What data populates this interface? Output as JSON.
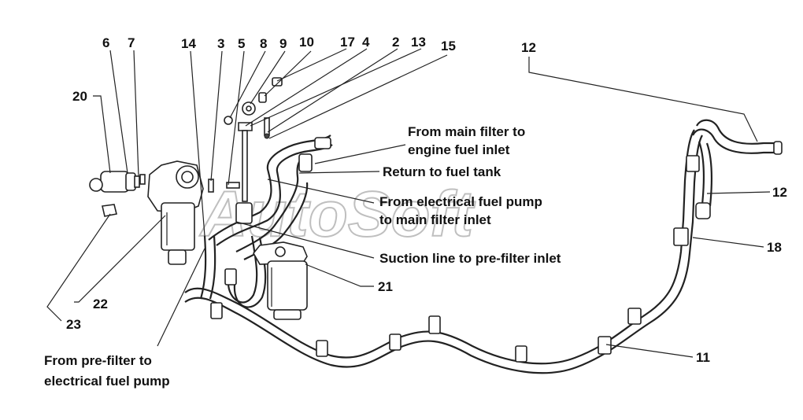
{
  "watermark": "AutoSoft",
  "callouts": {
    "n1": "2",
    "n2": "3",
    "n3": "4",
    "n4": "5",
    "n5": "6",
    "n6": "7",
    "n7": "8",
    "n8": "9",
    "n9": "10",
    "n10": "11",
    "n11": "12",
    "n12": "12",
    "n13": "13",
    "n14": "14",
    "n15": "15",
    "n16": "17",
    "n17": "18",
    "n18": "20",
    "n19": "21",
    "n20": "22",
    "n21": "23"
  },
  "labels": {
    "main_filter_outlet_l1": "From main filter to",
    "main_filter_outlet_l2": "engine fuel inlet",
    "return_tank": "Return to fuel tank",
    "pump_to_main_l1": "From electrical fuel pump",
    "pump_to_main_l2": "to main filter inlet",
    "suction_line": "Suction line to pre-filter inlet",
    "prefilter_to_pump_l1": "From pre-filter to",
    "prefilter_to_pump_l2": "electrical fuel pump"
  }
}
